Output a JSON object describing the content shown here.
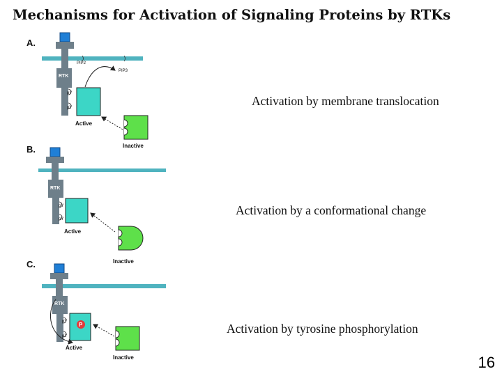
{
  "title": "Mechanisms for Activation of Signaling Proteins by RTKs",
  "colors": {
    "membrane": "#4fb3bf",
    "receptor": "#6e7f8a",
    "ligand": "#1f7fd6",
    "active_protein": "#3cd6c6",
    "inactive_protein": "#5ee04a",
    "phosphate": "#e33a3a"
  },
  "panels": [
    {
      "letter": "A.",
      "receptor_label": "RTK",
      "py1": "pY",
      "py2": "pY",
      "pip2": "PIP2",
      "pip3": "PIP3",
      "active_label": "Active",
      "inactive_label": "Inactive",
      "caption": "Activation by membrane translocation"
    },
    {
      "letter": "B.",
      "receptor_label": "RTK",
      "py1": "pY",
      "py2": "pY",
      "active_label": "Active",
      "inactive_label": "Inactive",
      "caption": "Activation by a conformational change"
    },
    {
      "letter": "C.",
      "receptor_label": "RTK",
      "py1": "pY",
      "py2": "pY",
      "phospho_label": "P",
      "active_label": "Active",
      "inactive_label": "Inactive",
      "caption": "Activation by tyrosine phosphorylation"
    }
  ],
  "page_number": "16"
}
